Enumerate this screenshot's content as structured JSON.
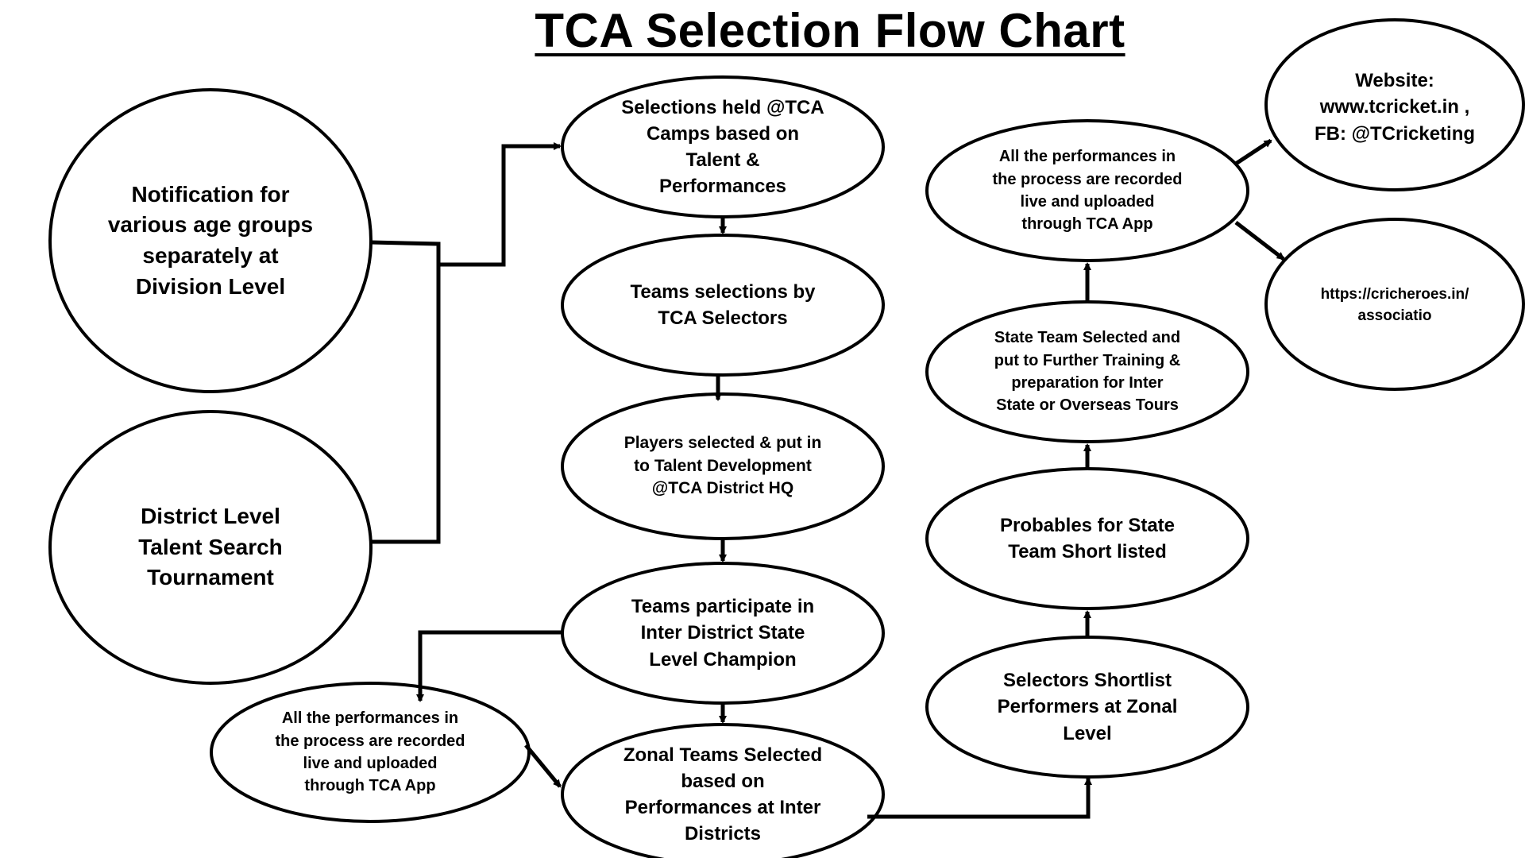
{
  "title": "TCA Selection Flow Chart",
  "nodes": {
    "notification": "Notification for\nvarious age groups\nseparately at\nDivision Level",
    "district_talent": "District Level\nTalent Search\nTournament",
    "camps": "Selections held @TCA\nCamps based on\nTalent &\nPerformances",
    "team_selections": "Teams selections by\nTCA Selectors",
    "players_selected": "Players selected & put in\nto Talent Development\n@TCA District HQ",
    "inter_district": "Teams participate in\nInter District State\nLevel Champion",
    "performances_left": "All the performances in\nthe process are recorded\nlive and uploaded\nthrough TCA App",
    "zonal_teams": "Zonal Teams Selected\nbased on\nPerformances at Inter\nDistricts",
    "selectors_shortlist": "Selectors Shortlist\nPerformers at  Zonal\nLevel",
    "probables": "Probables for State\nTeam Short listed",
    "state_team": "State Team Selected and\nput to Further Training &\npreparation for Inter\nState or Overseas Tours",
    "performances_right": "All the performances in\nthe process are recorded\nlive and uploaded\nthrough TCA App",
    "website": "Website:\nwww.tcricket.in ,\nFB: @TCricketing",
    "cricheroes": "https://cricheroes.in/\nassociatio"
  }
}
